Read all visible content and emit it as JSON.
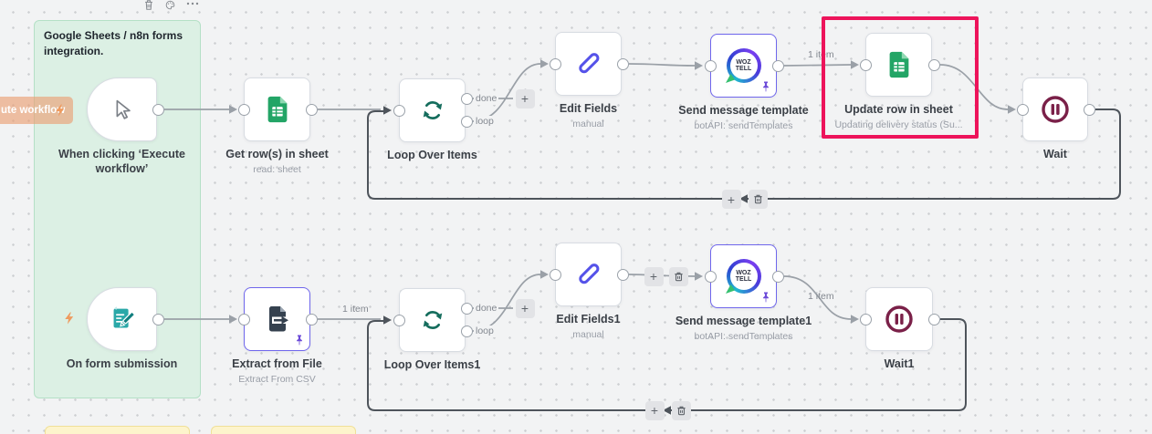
{
  "sticky_note": {
    "title_line1": "Google Sheets / n8n forms",
    "title_line2": "integration."
  },
  "execute_tooltip": {
    "text": "ute workflow"
  },
  "nodes": {
    "when_clicking": {
      "label_line1": "When clicking ‘Execute",
      "label_line2": "workflow’"
    },
    "get_rows": {
      "label": "Get row(s) in sheet",
      "subtitle": "read: sheet"
    },
    "loop_over_items": {
      "label": "Loop Over Items"
    },
    "edit_fields": {
      "label": "Edit Fields",
      "subtitle": "manual"
    },
    "send_message_template": {
      "label": "Send message template",
      "subtitle": "botAPI: sendTemplates"
    },
    "update_row": {
      "label": "Update row in sheet",
      "subtitle": "Updating delivery status (Su..."
    },
    "wait": {
      "label": "Wait"
    },
    "on_form_submission": {
      "label": "On form submission"
    },
    "extract_from_file": {
      "label": "Extract from File",
      "subtitle": "Extract From CSV"
    },
    "loop_over_items1": {
      "label": "Loop Over Items1"
    },
    "edit_fields1": {
      "label": "Edit Fields1",
      "subtitle": "manual"
    },
    "send_message_template1": {
      "label": "Send message template1",
      "subtitle": "botAPI: sendTemplates"
    },
    "wait1": {
      "label": "Wait1"
    }
  },
  "ports": {
    "done": "done",
    "loop": "loop"
  },
  "edges": {
    "item_count": "1 item"
  },
  "buttons": {
    "plus": "+"
  },
  "woztell": {
    "line1": "WOZ",
    "line2": "TELL"
  },
  "palette": {
    "canvas_bg": "#f2f3f4",
    "node_border": "#d8dce2",
    "selected_border": "#6f66ec",
    "connector_gray": "#9aa0a7",
    "connector_dark": "#4e545b",
    "highlight_red": "#ed145b",
    "sticky_green": "#dcf0e4",
    "sticky_yellow": "#fdf4cc",
    "sheets_green": "#23a566",
    "loop_teal": "#156d5d",
    "pencil_blue": "#5552e9",
    "wait_maroon": "#7a2048",
    "form_teal": "#2aa8a8",
    "extract_navy": "#35414f",
    "pin_purple": "#6d4cd8",
    "tooltip_salmon": "#e9a075",
    "bolt_orange": "#ee9b5f"
  }
}
